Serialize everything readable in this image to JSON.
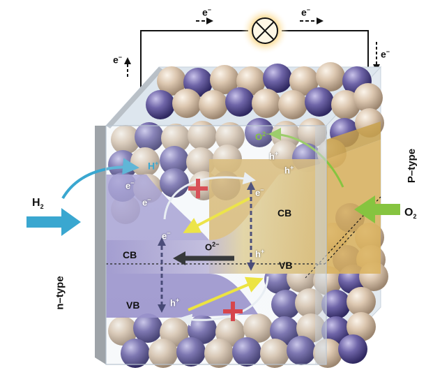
{
  "circuit": {
    "electron_top_left": "e",
    "electron_top_right": "e",
    "electron_left": "e",
    "electron_right": "e",
    "electron_sign": "−",
    "lamp": "lamp-icon"
  },
  "gases": {
    "h2_base": "H",
    "h2_sub": "2",
    "o2_base": "O",
    "o2_sub": "2",
    "h2_arrow_color": "#3aa7d0",
    "o2_arrow_color": "#86c440"
  },
  "labels": {
    "n_type": "n–type",
    "p_type": "P–type",
    "cb_n": "CB",
    "vb_n": "VB",
    "cb_p": "CB",
    "vb_p": "VB"
  },
  "carriers": {
    "proton_top": "H",
    "proton_sign": "+",
    "electron": "e",
    "electron_sign": "−",
    "hole": "h",
    "hole_sign": "+",
    "oxide_ion": "O",
    "oxide_ion_sign": "2−"
  },
  "colors": {
    "n_region": "#8a7fc0",
    "p_region": "#d9b25e",
    "particle_tan": "#d8c3ac",
    "particle_purple": "#6d63a6",
    "recombination_cross": "#d8262c"
  }
}
